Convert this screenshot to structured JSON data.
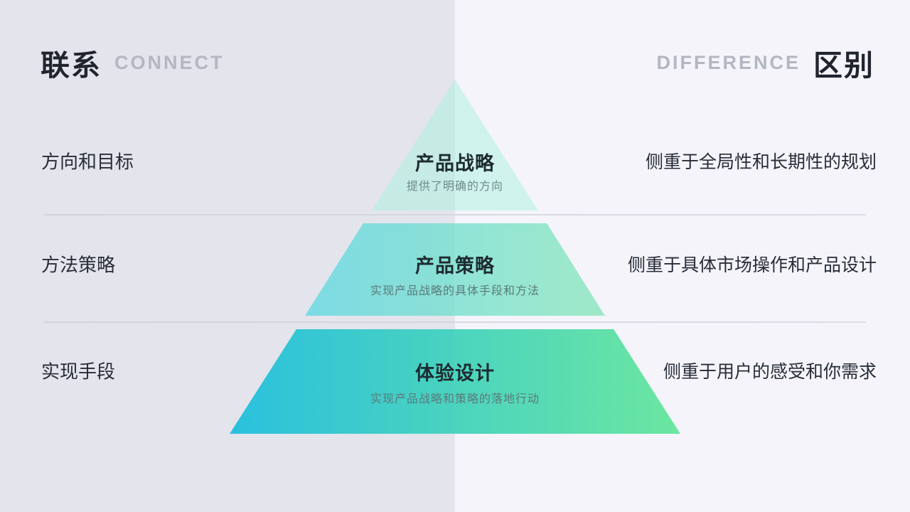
{
  "header": {
    "left": {
      "title_zh": "联系",
      "title_en": "CONNECT"
    },
    "right": {
      "title_en": "DIFFERENCE",
      "title_zh": "区别"
    }
  },
  "rows": [
    {
      "left_label": "方向和目标",
      "tier_title": "产品战略",
      "tier_subtitle": "提供了明确的方向",
      "right_label": "侧重于全局性和长期性的规划"
    },
    {
      "left_label": "方法策略",
      "tier_title": "产品策略",
      "tier_subtitle": "实现产品战略的具体手段和方法",
      "right_label": "侧重于具体市场操作和产品设计"
    },
    {
      "left_label": "实现手段",
      "tier_title": "体验设计",
      "tier_subtitle": "实现产品战略和策略的落地行动",
      "right_label": "侧重于用户的感受和你需求"
    }
  ],
  "colors": {
    "background_left": "#e4e4ec",
    "background_right": "#f4f4fa",
    "heading_dark": "#20242e",
    "heading_gray": "#b3b7c1",
    "label_text": "#272d38",
    "tier_title_text": "#1e2b31",
    "tier_subtitle_text": "#5b7a79",
    "divider": "#d4d4dd",
    "tier1_fill": "#cdeee8",
    "tier2_fill_left": "#7cdbe4",
    "tier2_fill_right": "#9fe9c8",
    "tier3_fill_left": "#30c2df",
    "tier3_fill_right": "#70e7a3"
  }
}
